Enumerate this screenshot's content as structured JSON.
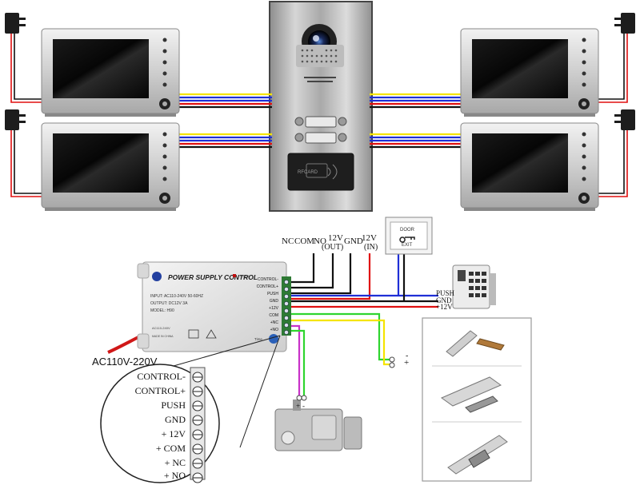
{
  "psu": {
    "brand_title": "POWER SUPPLY CONTROL",
    "input_spec": "INPUT: AC110-240V 50-60HZ",
    "output_spec": "OUTPUT: DC12V 3A",
    "model": "MODEL: H90",
    "ac_small": "AC110-240V",
    "made_in": "MADE IN CHINA",
    "power_led": "POWER",
    "time_label": "Time",
    "terminals": [
      "CONTROL-",
      "CONTROL+",
      "PUSH",
      "GND",
      "+12V",
      "COM",
      "+NC",
      "+NO"
    ]
  },
  "ac_label": "AC110V-220V",
  "top_labels": {
    "nc": "NC",
    "com": "COM",
    "no": "NO",
    "v12_out": "12V",
    "out": "(OUT)",
    "gnd": "GND",
    "v12_in": "12V",
    "in": "(IN)"
  },
  "exit_button": {
    "line1": "DOOR",
    "line2": "EXIT"
  },
  "keypad_labels": {
    "push": "PUSH",
    "gnd": "GND",
    "v12": "+12V"
  },
  "lock_terminals": {
    "minus": "-",
    "plus": "+"
  },
  "lock_bottom": {
    "plus": "+",
    "minus": "-"
  },
  "rfid_label": "RFCARD",
  "zoom_terminals": [
    "CONTROL-",
    "CONTROL+",
    "PUSH",
    "GND",
    "+ 12V",
    "+ COM",
    "+ NC",
    "+ NO"
  ],
  "colors": {
    "yellow": "#f5e400",
    "blue": "#1f2fd6",
    "red": "#e01010",
    "black": "#111111",
    "green": "#2fd52f",
    "magenta": "#c832c8"
  }
}
